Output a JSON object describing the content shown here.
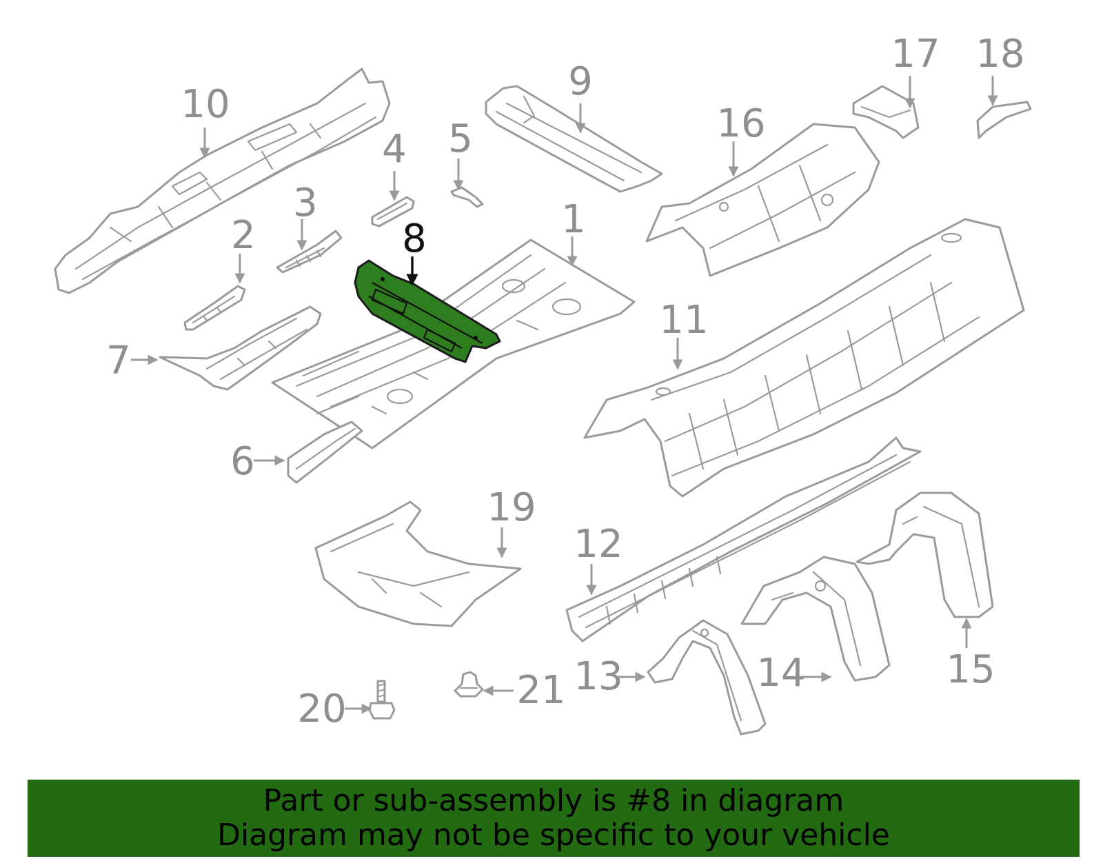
{
  "diagram": {
    "highlight_color": "#2e7d1f",
    "highlighted_part": "8",
    "callouts": [
      "1",
      "2",
      "3",
      "4",
      "5",
      "6",
      "7",
      "8",
      "9",
      "10",
      "11",
      "12",
      "13",
      "14",
      "15",
      "16",
      "17",
      "18",
      "19",
      "20",
      "21"
    ]
  },
  "banner": {
    "background": "#236b12",
    "line1": "Part or sub-assembly is #8 in diagram",
    "line2": "Diagram may not be specific to your vehicle"
  }
}
